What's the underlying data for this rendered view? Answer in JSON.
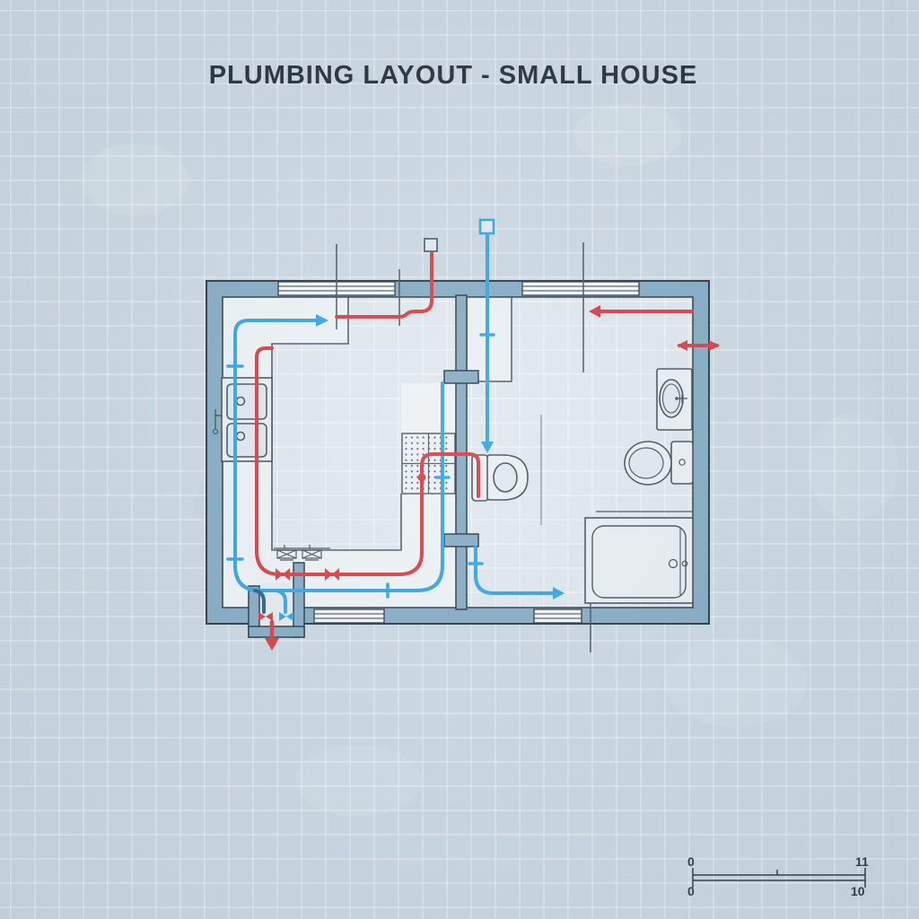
{
  "title": "PLUMBING LAYOUT - SMALL HOUSE",
  "scale_bar": {
    "top_start": "0",
    "top_end": "11",
    "bottom_start": "0",
    "bottom_end": "10"
  },
  "colors": {
    "paper": "#c9d6e0",
    "grid_line": "#ffffff",
    "wall_fill": "#7fa7c0",
    "wall_outline": "#22303c",
    "cold_water_pipe": "#2b9fdf",
    "hot_water_pipe": "#d7343a",
    "service_branch": "#1d5d86",
    "fixture_outline": "#3c4a56",
    "counter_fill": "#ecf1f4",
    "floor_fill": "#e0e8ed"
  },
  "rooms": [
    {
      "name": "kitchen"
    },
    {
      "name": "bathroom-middle"
    },
    {
      "name": "bathroom-right"
    }
  ],
  "fixtures": [
    {
      "name": "double-basin-sink",
      "room": "kitchen"
    },
    {
      "name": "shower-drain-grate",
      "room": "kitchen"
    },
    {
      "name": "hose-bib-symbol",
      "room": "kitchen"
    },
    {
      "name": "toilet",
      "room": "bathroom-middle"
    },
    {
      "name": "vanity-sink",
      "room": "bathroom-right"
    },
    {
      "name": "toilet",
      "room": "bathroom-right"
    },
    {
      "name": "bathtub",
      "room": "bathroom-right"
    }
  ],
  "pipe_features": [
    {
      "name": "cold-water-vent-stack",
      "color": "cold"
    },
    {
      "name": "hot-water-vent-stack",
      "color": "hot"
    },
    {
      "name": "cold-flow-arrow-kitchen",
      "color": "cold"
    },
    {
      "name": "cold-flow-arrow-toilet",
      "color": "cold"
    },
    {
      "name": "cold-flow-arrow-bath",
      "color": "cold"
    },
    {
      "name": "hot-flow-arrow-right-room",
      "color": "hot"
    },
    {
      "name": "wall-penetration-double-arrow",
      "color": "hot"
    },
    {
      "name": "main-drain-arrow-down",
      "color": "hot"
    },
    {
      "name": "shutoff-valves",
      "color": "mixed"
    }
  ]
}
